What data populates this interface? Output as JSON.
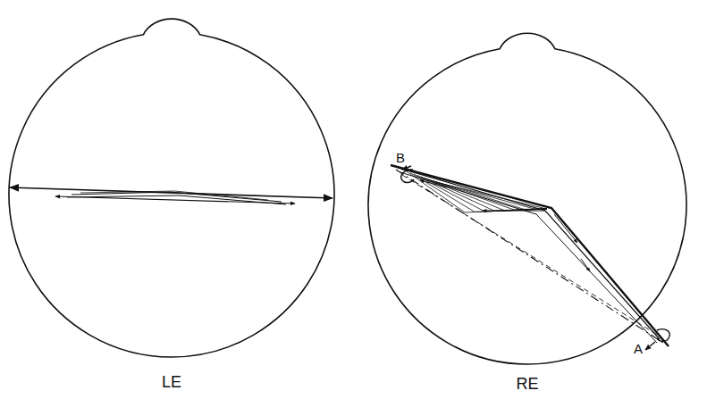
{
  "diagram": {
    "labels": [
      "LE",
      "RE",
      "B",
      "A"
    ]
  }
}
